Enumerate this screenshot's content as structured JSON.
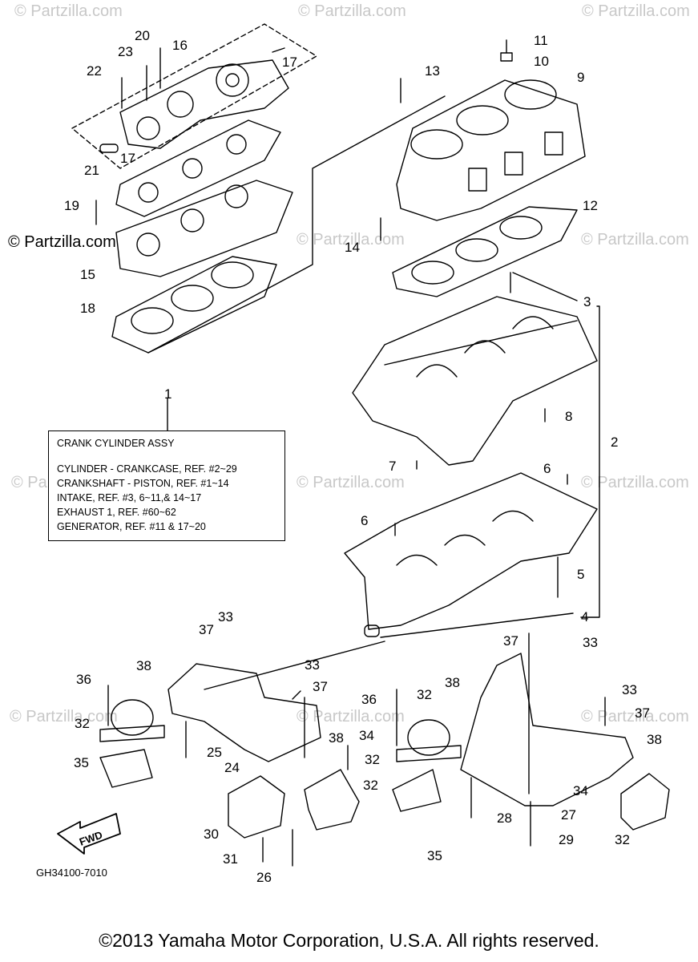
{
  "watermarks": {
    "text": "© Partzilla.com",
    "left_mid": "© Partzilla.com"
  },
  "assy_box": {
    "title": "CRANK CYLINDER ASSY",
    "lines": [
      "CYLINDER - CRANKCASE, REF. #2~29",
      "CRANKSHAFT - PISTON, REF. #1~14",
      "INTAKE, REF. #3, 6~11,& 14~17",
      "EXHAUST 1, REF. #60~62",
      "GENERATOR, REF. #11 & 17~20"
    ]
  },
  "fwd_label": "FWD",
  "part_code": "GH34100-7010",
  "copyright": "©2013 Yamaha Motor Corporation, U.S.A. All rights reserved.",
  "callouts": {
    "c1": "1",
    "c2": "2",
    "c3": "3",
    "c4": "4",
    "c5": "5",
    "c6a": "6",
    "c6b": "6",
    "c7": "7",
    "c8": "8",
    "c9": "9",
    "c10": "10",
    "c11": "11",
    "c12": "12",
    "c13": "13",
    "c14": "14",
    "c15": "15",
    "c16": "16",
    "c17a": "17",
    "c17b": "17",
    "c18": "18",
    "c19": "19",
    "c20": "20",
    "c21": "21",
    "c22": "22",
    "c23": "23",
    "c24": "24",
    "c25": "25",
    "c26": "26",
    "c27": "27",
    "c28": "28",
    "c29": "29",
    "c30": "30",
    "c31": "31",
    "c32a": "32",
    "c32b": "32",
    "c32c": "32",
    "c32d": "32",
    "c32e": "32",
    "c33a": "33",
    "c33b": "33",
    "c33c": "33",
    "c33d": "33",
    "c34a": "34",
    "c34b": "34",
    "c35a": "35",
    "c35b": "35",
    "c36a": "36",
    "c36b": "36",
    "c37a": "37",
    "c37b": "37",
    "c37c": "37",
    "c37d": "37",
    "c38a": "38",
    "c38b": "38",
    "c38c": "38",
    "c38d": "38"
  }
}
